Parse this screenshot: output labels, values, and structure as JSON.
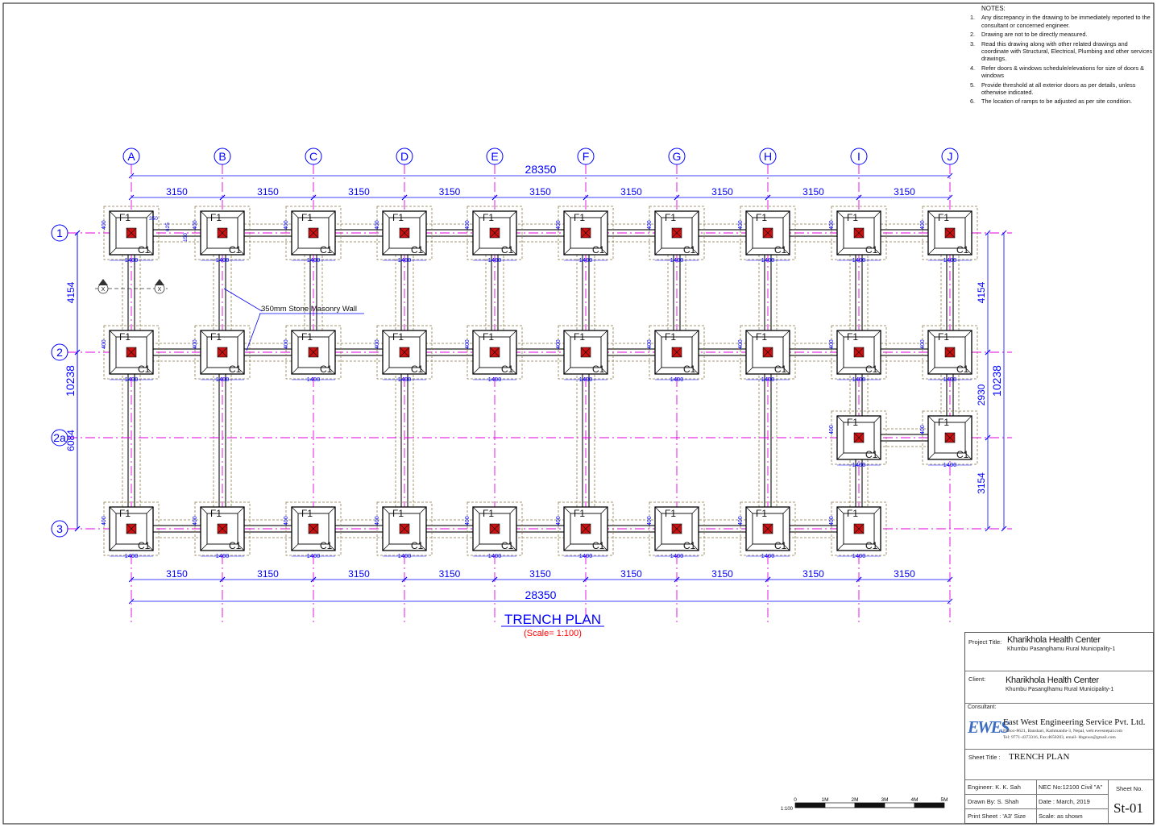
{
  "notes": {
    "heading": "NOTES:",
    "items": [
      {
        "num": "1.",
        "text": "Any discrepancy in the drawing to be immediately reported to the consultant or concerned engineer."
      },
      {
        "num": "2.",
        "text": "Drawing are not to be directly measured."
      },
      {
        "num": "3.",
        "text": "Read this drawing along with other related drawings and coordinate with Structural, Electrical, Plumbing and other services drawings."
      },
      {
        "num": "4.",
        "text": "Refer doors & windows schedule/elevations for size of doors & windows"
      },
      {
        "num": "5.",
        "text": "Provide threshold at all exterior doors as per details, unless otherwise indicated."
      },
      {
        "num": "6.",
        "text": "The location of ramps to be adjusted as per site condition."
      }
    ]
  },
  "grid": {
    "columns": [
      "A",
      "B",
      "C",
      "D",
      "E",
      "F",
      "G",
      "H",
      "I",
      "J"
    ],
    "rows": [
      "1",
      "2",
      "2a",
      "3"
    ]
  },
  "dimensions": {
    "overall_length": "28350",
    "bay": "3150",
    "left_upper": "4154",
    "left_total": "10238",
    "left_lower": "6084",
    "right_upper": "4154",
    "right_total": "10238",
    "right_mid": "2930",
    "right_lower": "3154",
    "footing": "1400",
    "offset": "400",
    "detail_a": "350",
    "detail_b": "625",
    "detail_c": "150"
  },
  "labels": {
    "footing": "F1",
    "column": "C1",
    "wall_callout": "350mm Stone Masonry Wall",
    "section_mark": "X"
  },
  "drawing_title": "TRENCH PLAN",
  "drawing_scale": "(Scale= 1:100)",
  "scale_bar": {
    "ticks": [
      "0",
      "1M",
      "2M",
      "3M",
      "4M",
      "5M"
    ],
    "ratio": "1:100"
  },
  "title_block": {
    "project_label": "Project Title:",
    "project_name": "Kharikhola Health Center",
    "project_place": "Khumbu Pasanglhamu Rural Municipality-1",
    "client_label": "Client:",
    "client_name": "Kharikhola Health Center",
    "client_place": "Khumbu Pasanglhamu Rural Municipality-1",
    "consultant_label": "Consultant:",
    "logo_text": "EWES",
    "consultant_name": "East West Engineering Service Pvt. Ltd.",
    "consultant_line1": "P. Box-8621, Banshari, Kathmandu-3, Nepal, web:ewesnepal.com",
    "consultant_line2": "Tel: 9771-4373316, Fax:4650203, email- hbgewe@gmail.com",
    "sheet_title_label": "Sheet Title :",
    "sheet_title": "TRENCH PLAN",
    "engineer": "Engineer: K. K. Sah",
    "nec": "NEC No:12100 Civil \"A\"",
    "sheet_no_label": "Sheet No.",
    "drawn_by": "Drawn By: S. Shah",
    "date": "Date : March, 2019",
    "sheet_no": "St-01",
    "print_sheet": "Print Sheet : 'A3' Size",
    "scale": "Scale: as shown"
  },
  "colors": {
    "grid_line": "#e000e0",
    "dimension": "#0000ff",
    "footing": "#000000",
    "column_fill": "#cc1111",
    "wall_hatch": "#8a7a4a",
    "title": "#0000ff",
    "scale_text": "#ff0000"
  }
}
